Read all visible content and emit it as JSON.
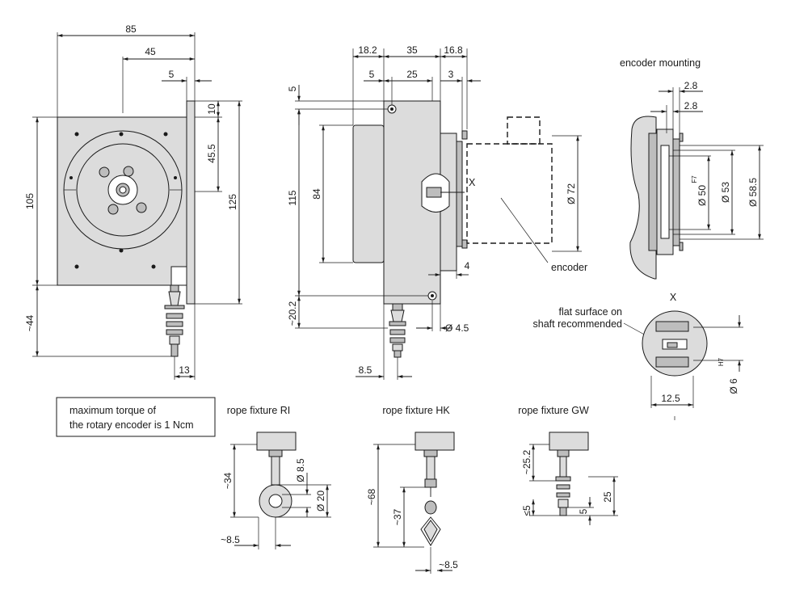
{
  "front_view": {
    "dim_85": "85",
    "dim_45": "45",
    "dim_5": "5",
    "dim_10": "10",
    "dim_45_5": "45.5",
    "dim_105": "105",
    "dim_125": "125",
    "dim_44": "~44",
    "dim_13": "13"
  },
  "side_view": {
    "dim_18_2": "18.2",
    "dim_35": "35",
    "dim_16_8": "16.8",
    "dim_5a": "5",
    "dim_25": "25",
    "dim_3": "3",
    "dim_5b": "5",
    "dim_115": "115",
    "dim_84": "84",
    "dim_72": "Ø 72",
    "dim_4": "4",
    "dim_20_2": "~20.2",
    "dim_4_5": "Ø 4.5",
    "dim_8_5": "8.5",
    "label_x": "X",
    "label_encoder": "encoder"
  },
  "encoder_mounting": {
    "title": "encoder mounting",
    "dim_2_8a": "2.8",
    "dim_2_8b": "2.8",
    "dim_50": "Ø 50",
    "fit_f7": "F7",
    "dim_53": "Ø 53",
    "dim_58_5": "Ø 58.5"
  },
  "detail_x": {
    "label": "X",
    "note_line1": "flat surface on",
    "note_line2": "shaft recommended",
    "fit_h7": "H7",
    "dim_6": "Ø 6",
    "dim_12_5": "12.5"
  },
  "torque_note": {
    "line1": "maximum torque of",
    "line2": "the rotary encoder is 1 Ncm"
  },
  "fixture_ri": {
    "title": "rope fixture RI",
    "dim_34": "~34",
    "dim_8_5": "Ø 8.5",
    "dim_20": "Ø 20",
    "dim_8_5b": "~8.5"
  },
  "fixture_hk": {
    "title": "rope fixture HK",
    "dim_68": "~68",
    "dim_37": "~37",
    "dim_8_5": "~8.5"
  },
  "fixture_gw": {
    "title": "rope fixture GW",
    "dim_25_2": "~25.2",
    "dim_5a": "≤5",
    "dim_5b": "5",
    "dim_25": "25"
  },
  "colors": {
    "body": "#dcdcdc",
    "dark": "#bdbdbd",
    "line": "#1a1a1a"
  }
}
